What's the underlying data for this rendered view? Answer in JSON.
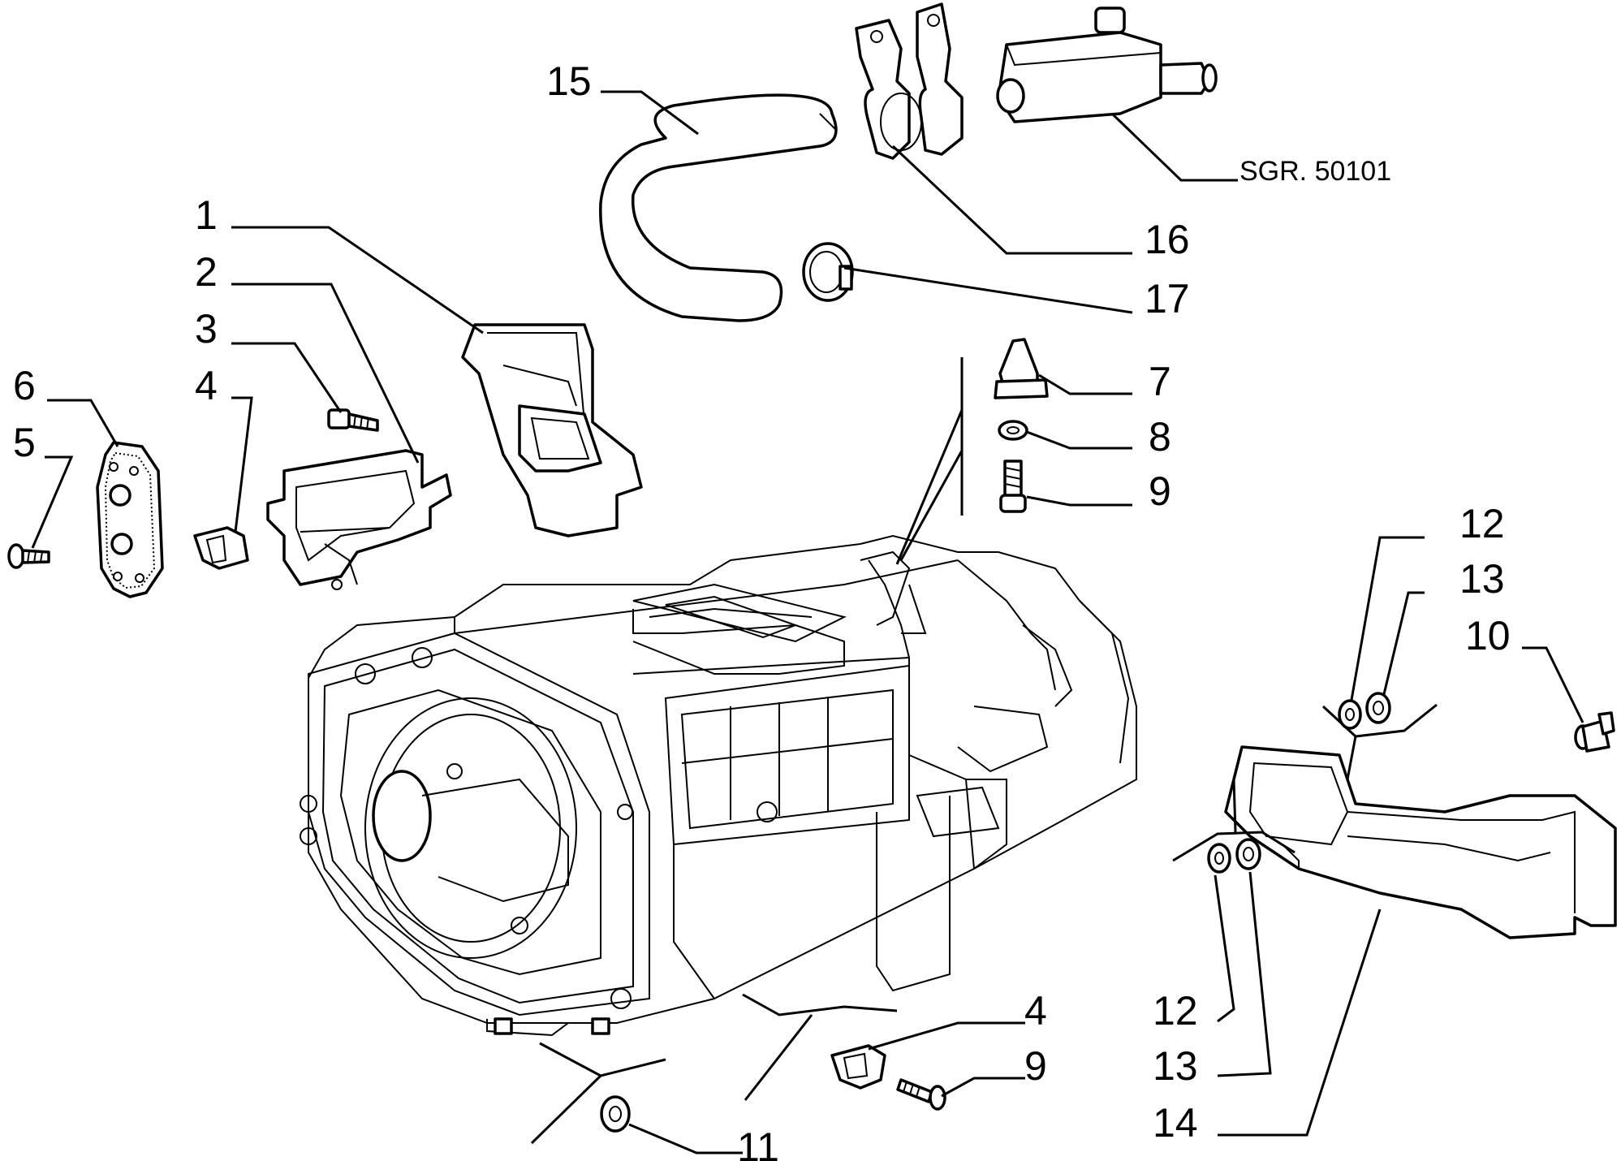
{
  "diagram": {
    "labels": [
      "1",
      "2",
      "3",
      "4",
      "5",
      "6",
      "7",
      "8",
      "9",
      "10",
      "11",
      "12",
      "13",
      "14",
      "15",
      "16",
      "17",
      "4",
      "9",
      "12",
      "13"
    ],
    "reference": "SGR. 50101"
  }
}
